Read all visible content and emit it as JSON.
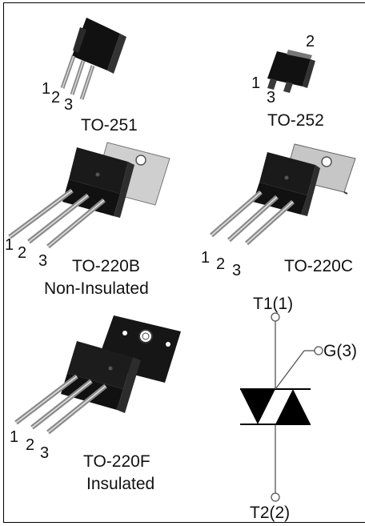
{
  "packages": {
    "to251": {
      "name": "TO-251",
      "pins": [
        "1",
        "2",
        "3"
      ]
    },
    "to252": {
      "name": "TO-252",
      "pins": [
        "1",
        "2",
        "3"
      ]
    },
    "to220b": {
      "name": "TO-220B",
      "subtitle": "Non-Insulated",
      "pins": [
        "1",
        "2",
        "3"
      ]
    },
    "to220c": {
      "name": "TO-220C",
      "pins": [
        "1",
        "2",
        "3"
      ]
    },
    "to220f": {
      "name": "TO-220F",
      "subtitle": "Insulated",
      "pins": [
        "1",
        "2",
        "3"
      ]
    }
  },
  "symbol": {
    "t1": "T1(1)",
    "g": "G(3)",
    "t2": "T2(2)"
  }
}
